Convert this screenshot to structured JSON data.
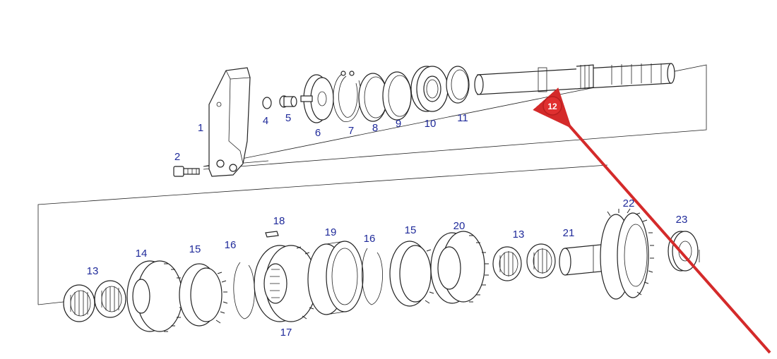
{
  "diagram": {
    "part_labels": {
      "p1": "1",
      "p2": "2",
      "p4": "4",
      "p5": "5",
      "p6": "6",
      "p7": "7",
      "p8": "8",
      "p9": "9",
      "p10": "10",
      "p11": "11",
      "p13a": "13",
      "p14": "14",
      "p15a": "15",
      "p16a": "16",
      "p17": "17",
      "p18": "18",
      "p19": "19",
      "p16b": "16",
      "p15b": "15",
      "p20": "20",
      "p13b": "13",
      "p21": "21",
      "p22": "22",
      "p23": "23"
    },
    "highlight": {
      "label": "12",
      "color": "#e03030"
    },
    "colors": {
      "label_blue": "#1f2a9a",
      "arrow_red": "#d42a2a",
      "ink": "#222222"
    }
  }
}
